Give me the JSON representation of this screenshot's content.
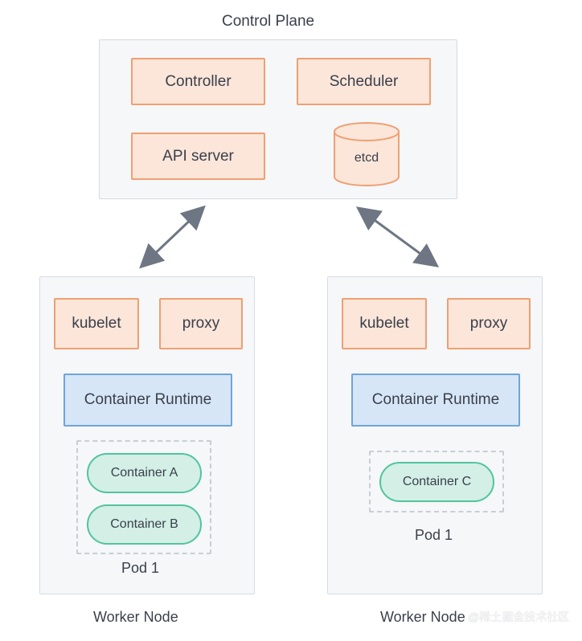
{
  "control_plane": {
    "title": "Control Plane",
    "components": {
      "controller": "Controller",
      "scheduler": "Scheduler",
      "api_server": "API server",
      "etcd": "etcd"
    }
  },
  "worker_nodes": [
    {
      "label": "Worker Node",
      "kubelet": "kubelet",
      "proxy": "proxy",
      "runtime": "Container Runtime",
      "pod": {
        "label": "Pod 1",
        "containers": [
          "Container A",
          "Container B"
        ]
      }
    },
    {
      "label": "Worker Node",
      "kubelet": "kubelet",
      "proxy": "proxy",
      "runtime": "Container Runtime",
      "pod": {
        "label": "Pod 1",
        "containers": [
          "Container C"
        ]
      }
    }
  ],
  "watermark": "@稀土掘金技术社区",
  "colors": {
    "orange_fill": "#fbe6d9",
    "orange_border": "#ef9f73",
    "blue_fill": "#d6e6f7",
    "blue_border": "#6fa4dc",
    "green_fill": "#d3efe6",
    "green_border": "#52c49d",
    "arrow": "#6e7684"
  }
}
